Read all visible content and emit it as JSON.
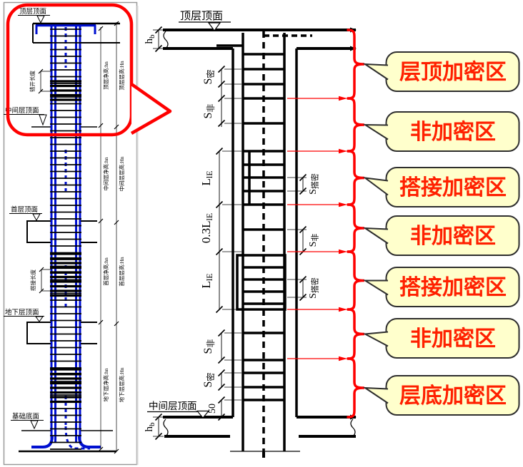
{
  "palette": {
    "red": "#fe0000",
    "bubble_text": "#ff2000",
    "blue": "#0010d0",
    "bubble_fill": "#ffffcc",
    "bubble_border": "#2e2e2e",
    "line": "#000000",
    "panel_border": "#9a9a9a"
  },
  "left_panel": {
    "floor_labels": {
      "top": "顶层顶面",
      "middle": "中间层顶面",
      "first": "首层顶面",
      "basement": "地下层顶面",
      "foundation": "基础底面"
    },
    "stagger_label": "错开长度",
    "lap_label": "搭接长度",
    "sections": [
      {
        "net": "顶层净高:hn",
        "storey": "顶层层高:Hn"
      },
      {
        "net": "中间层净高:hn",
        "storey": "中间层层高:Hn"
      },
      {
        "net": "首层净高:hn",
        "storey": "首层层高:Hn"
      },
      {
        "net": "地下层净高:hn",
        "storey": "地下层层高:Hn"
      }
    ]
  },
  "main_drawing": {
    "top_face_label": "顶层顶面",
    "mid_face_label": "中间层顶面",
    "hb": {
      "main": "h",
      "sub": "b"
    },
    "s_dense": {
      "main": "S",
      "sub": "密"
    },
    "s_non": {
      "main": "S",
      "sub": "非"
    },
    "l_le": {
      "main": "L",
      "sub": "lE"
    },
    "l_03": {
      "main": "0.3L",
      "sub": "lE"
    },
    "s_lap": {
      "main": "S",
      "sub": "搭密"
    },
    "dim_50": "50"
  },
  "callouts": [
    {
      "label": "层顶加密区"
    },
    {
      "label": "非加密区"
    },
    {
      "label": "搭接加密区"
    },
    {
      "label": "非加密区"
    },
    {
      "label": "搭接加密区"
    },
    {
      "label": "非加密区"
    },
    {
      "label": "层底加密区"
    }
  ]
}
